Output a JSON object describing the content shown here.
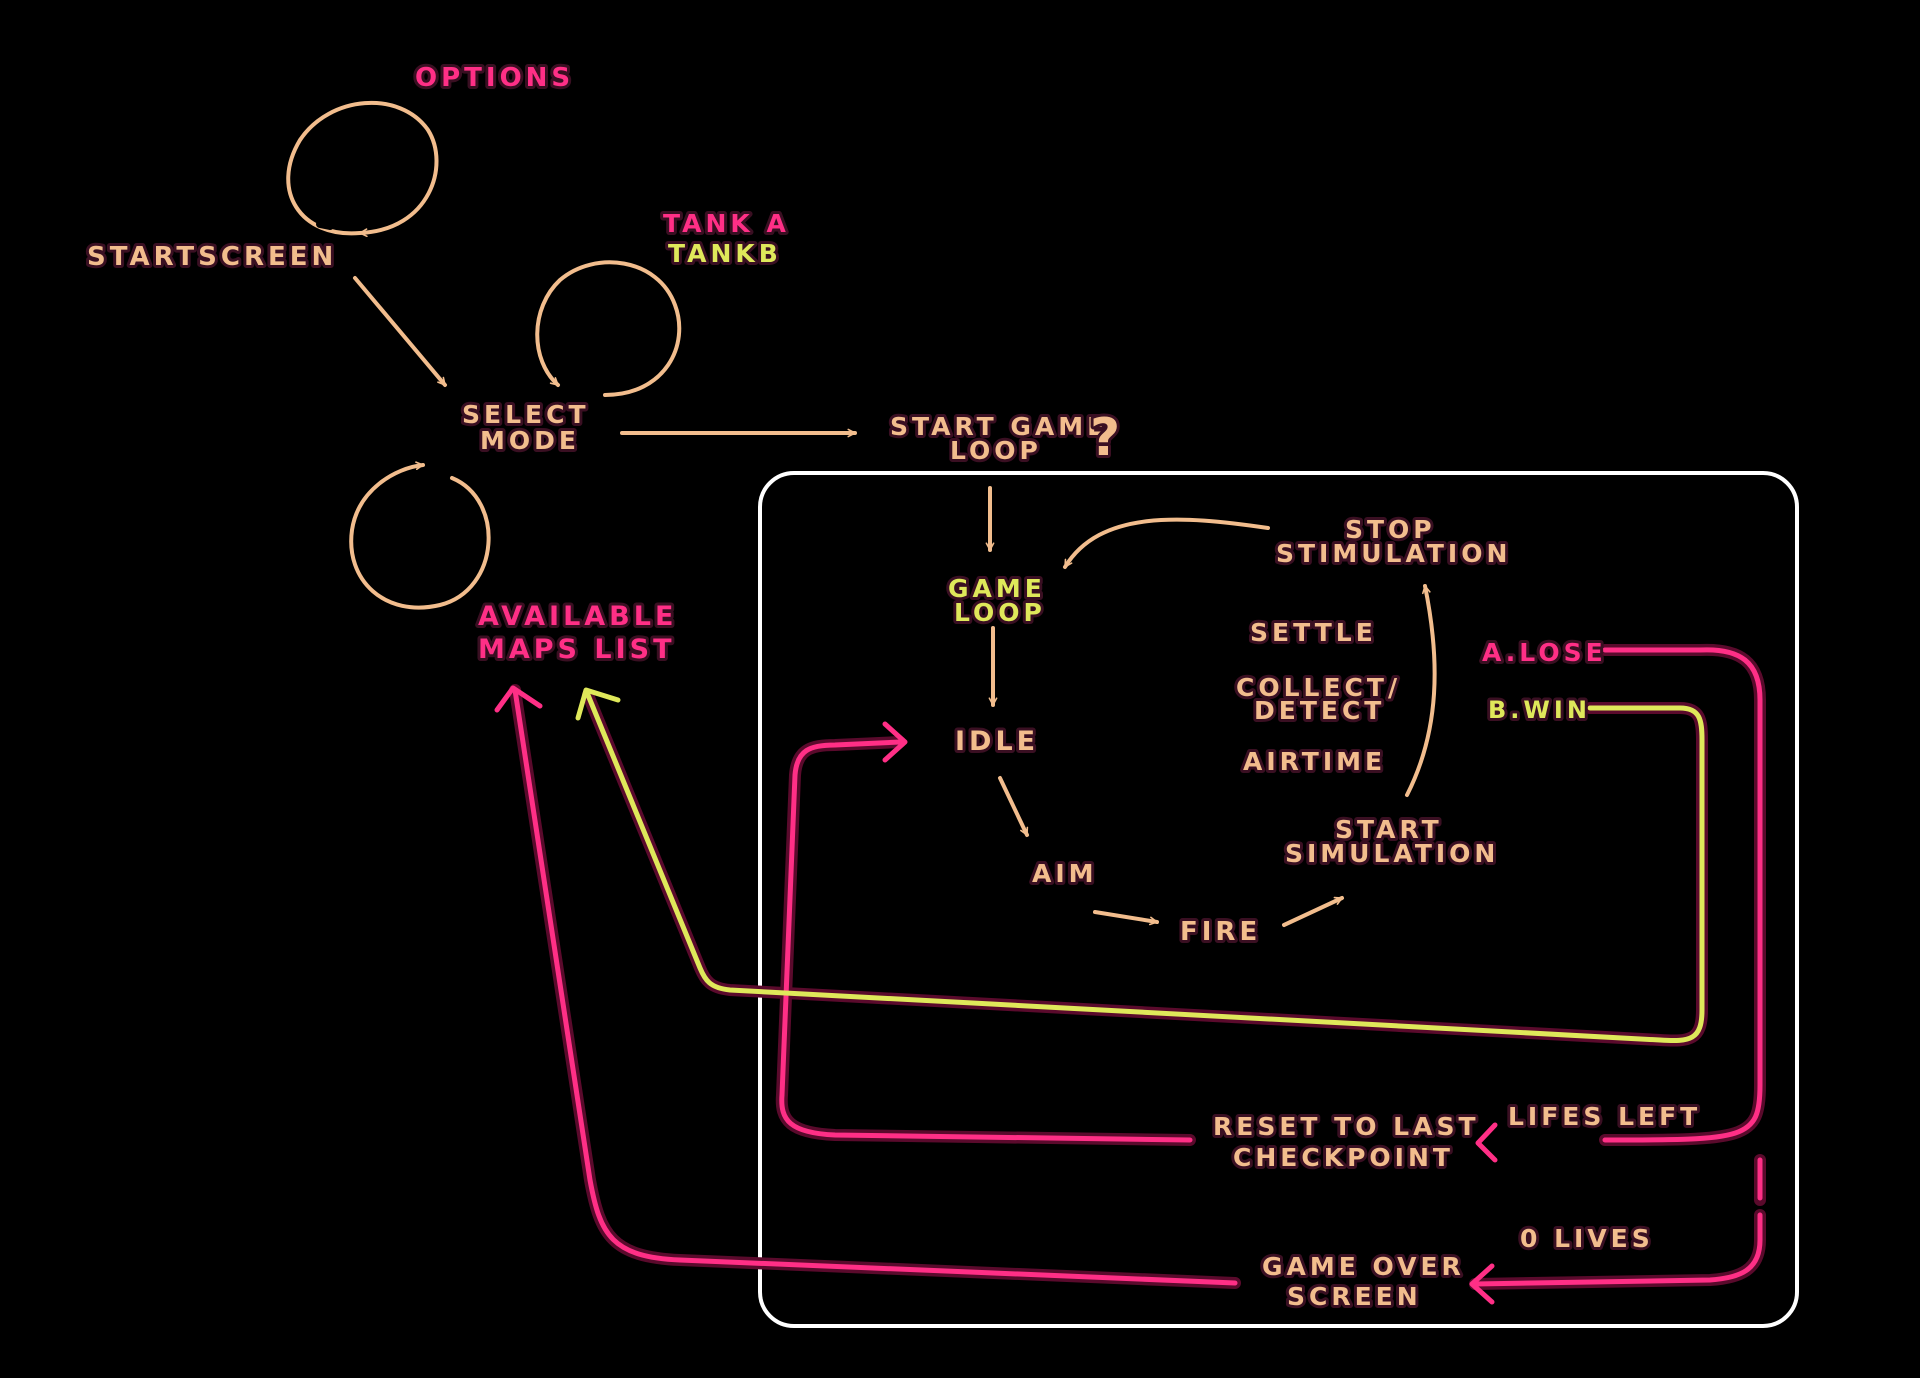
{
  "labels": {
    "options": "OPTIONS",
    "startscreen": "STARTSCREEN",
    "tank_a": "TANK A",
    "tank_b": "TANKB",
    "select_mode_1": "SELECT",
    "select_mode_2": "MODE",
    "start_game_loop_1": "START GAME",
    "start_game_loop_2": "LOOP",
    "question_mark": "?",
    "available_maps_1": "AVAILABLE",
    "available_maps_2": "MAPS LIST",
    "game_loop_1": "GAME",
    "game_loop_2": "LOOP",
    "idle": "IDLE",
    "aim": "AIM",
    "fire": "FIRE",
    "start_simulation_1": "START",
    "start_simulation_2": "SIMULATION",
    "airtime": "AIRTIME",
    "collect_detect_1": "COLLECT/",
    "collect_detect_2": "DETECT",
    "settle": "SETTLE",
    "stop_stimulation_1": "STOP",
    "stop_stimulation_2": "STIMULATION",
    "a_lose": "A.LOSE",
    "b_win": "B.WIN",
    "lifes_left": "LIFES LEFT",
    "reset_checkpoint_1": "RESET TO LAST",
    "reset_checkpoint_2": "CHECKPOINT",
    "zero_lives": "0 LIVES",
    "game_over_1": "GAME OVER",
    "game_over_2": "SCREEN"
  },
  "colors": {
    "background": "#000000",
    "peach": "#f2bd8d",
    "pink": "#ff2f86",
    "lime": "#dfe85a",
    "frame": "#ffffff"
  }
}
